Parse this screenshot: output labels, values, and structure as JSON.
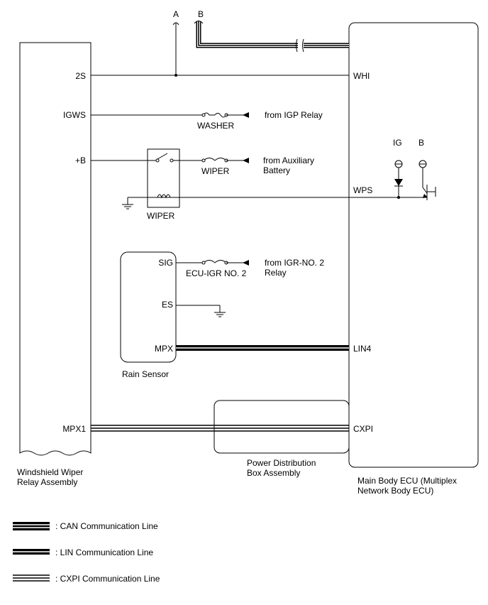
{
  "top_labels": {
    "a": "A",
    "b": "B"
  },
  "wiper_relay": {
    "label_line1": "Windshield Wiper",
    "label_line2": "Relay Assembly",
    "pins": {
      "2s": "2S",
      "igws": "IGWS",
      "plus_b": "+B",
      "mpx1": "MPX1"
    }
  },
  "ecu": {
    "label_line1": "Main Body ECU (Multiplex",
    "label_line2": "Network Body ECU)",
    "pins": {
      "whi": "WHI",
      "wps": "WPS",
      "lin4": "LIN4",
      "cxpi": "CXPI"
    },
    "ig": "IG",
    "b": "B"
  },
  "fuses": {
    "washer": "WASHER",
    "wiper": "WIPER",
    "ecu_igr": "ECU-IGR NO. 2"
  },
  "sources": {
    "igp_relay": "from IGP Relay",
    "aux_battery_line1": "from Auxiliary",
    "aux_battery_line2": "Battery",
    "igr_no2_line1": "from IGR-NO. 2",
    "igr_no2_line2": "Relay"
  },
  "relay": {
    "label": "WIPER"
  },
  "rain_sensor": {
    "label": "Rain Sensor",
    "pins": {
      "sig": "SIG",
      "es": "ES",
      "mpx": "MPX"
    }
  },
  "pdb": {
    "label_line1": "Power Distribution",
    "label_line2": "Box Assembly"
  },
  "legend": {
    "can": ": CAN Communication Line",
    "lin": ": LIN Communication Line",
    "cxpi": ": CXPI Communication Line"
  }
}
